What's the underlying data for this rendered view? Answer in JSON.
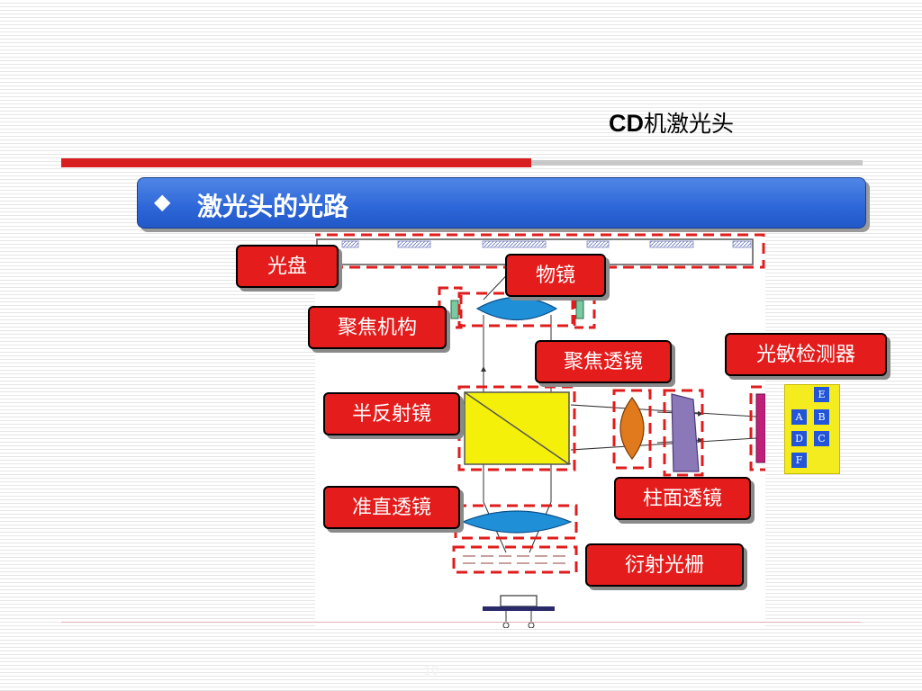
{
  "slide": {
    "title_latin": "CD",
    "title_cn": "机激光头",
    "banner_bullet": "◆",
    "banner_text": "激光头的光路",
    "page_number": "10"
  },
  "callouts": {
    "disc": "光盘",
    "objective": "物镜",
    "focus_mechanism": "聚焦机构",
    "focus_lens": "聚焦透镜",
    "photodetector": "光敏检测器",
    "half_mirror": "半反射镜",
    "cylindrical_lens": "柱面透镜",
    "collimator_lens": "准直透镜",
    "grating": "衍射光栅"
  },
  "detector_cells": {
    "e": "E",
    "a": "A",
    "b": "B",
    "d": "D",
    "c": "C",
    "f": "F"
  },
  "colors": {
    "callout_fill": "#e41c1c",
    "banner_fill": "#2d66d8",
    "dashed_outline": "#e01c1c",
    "lens_blue": "#1f8fd8",
    "mirror_yellow": "#f5f00a",
    "focus_lens_orange": "#e07a1c",
    "cylinder_purple": "#8a78b8",
    "photo_strip_magenta": "#c0207a",
    "detector_yellow": "#f5ec20",
    "detector_cell_blue": "#2255d8"
  }
}
